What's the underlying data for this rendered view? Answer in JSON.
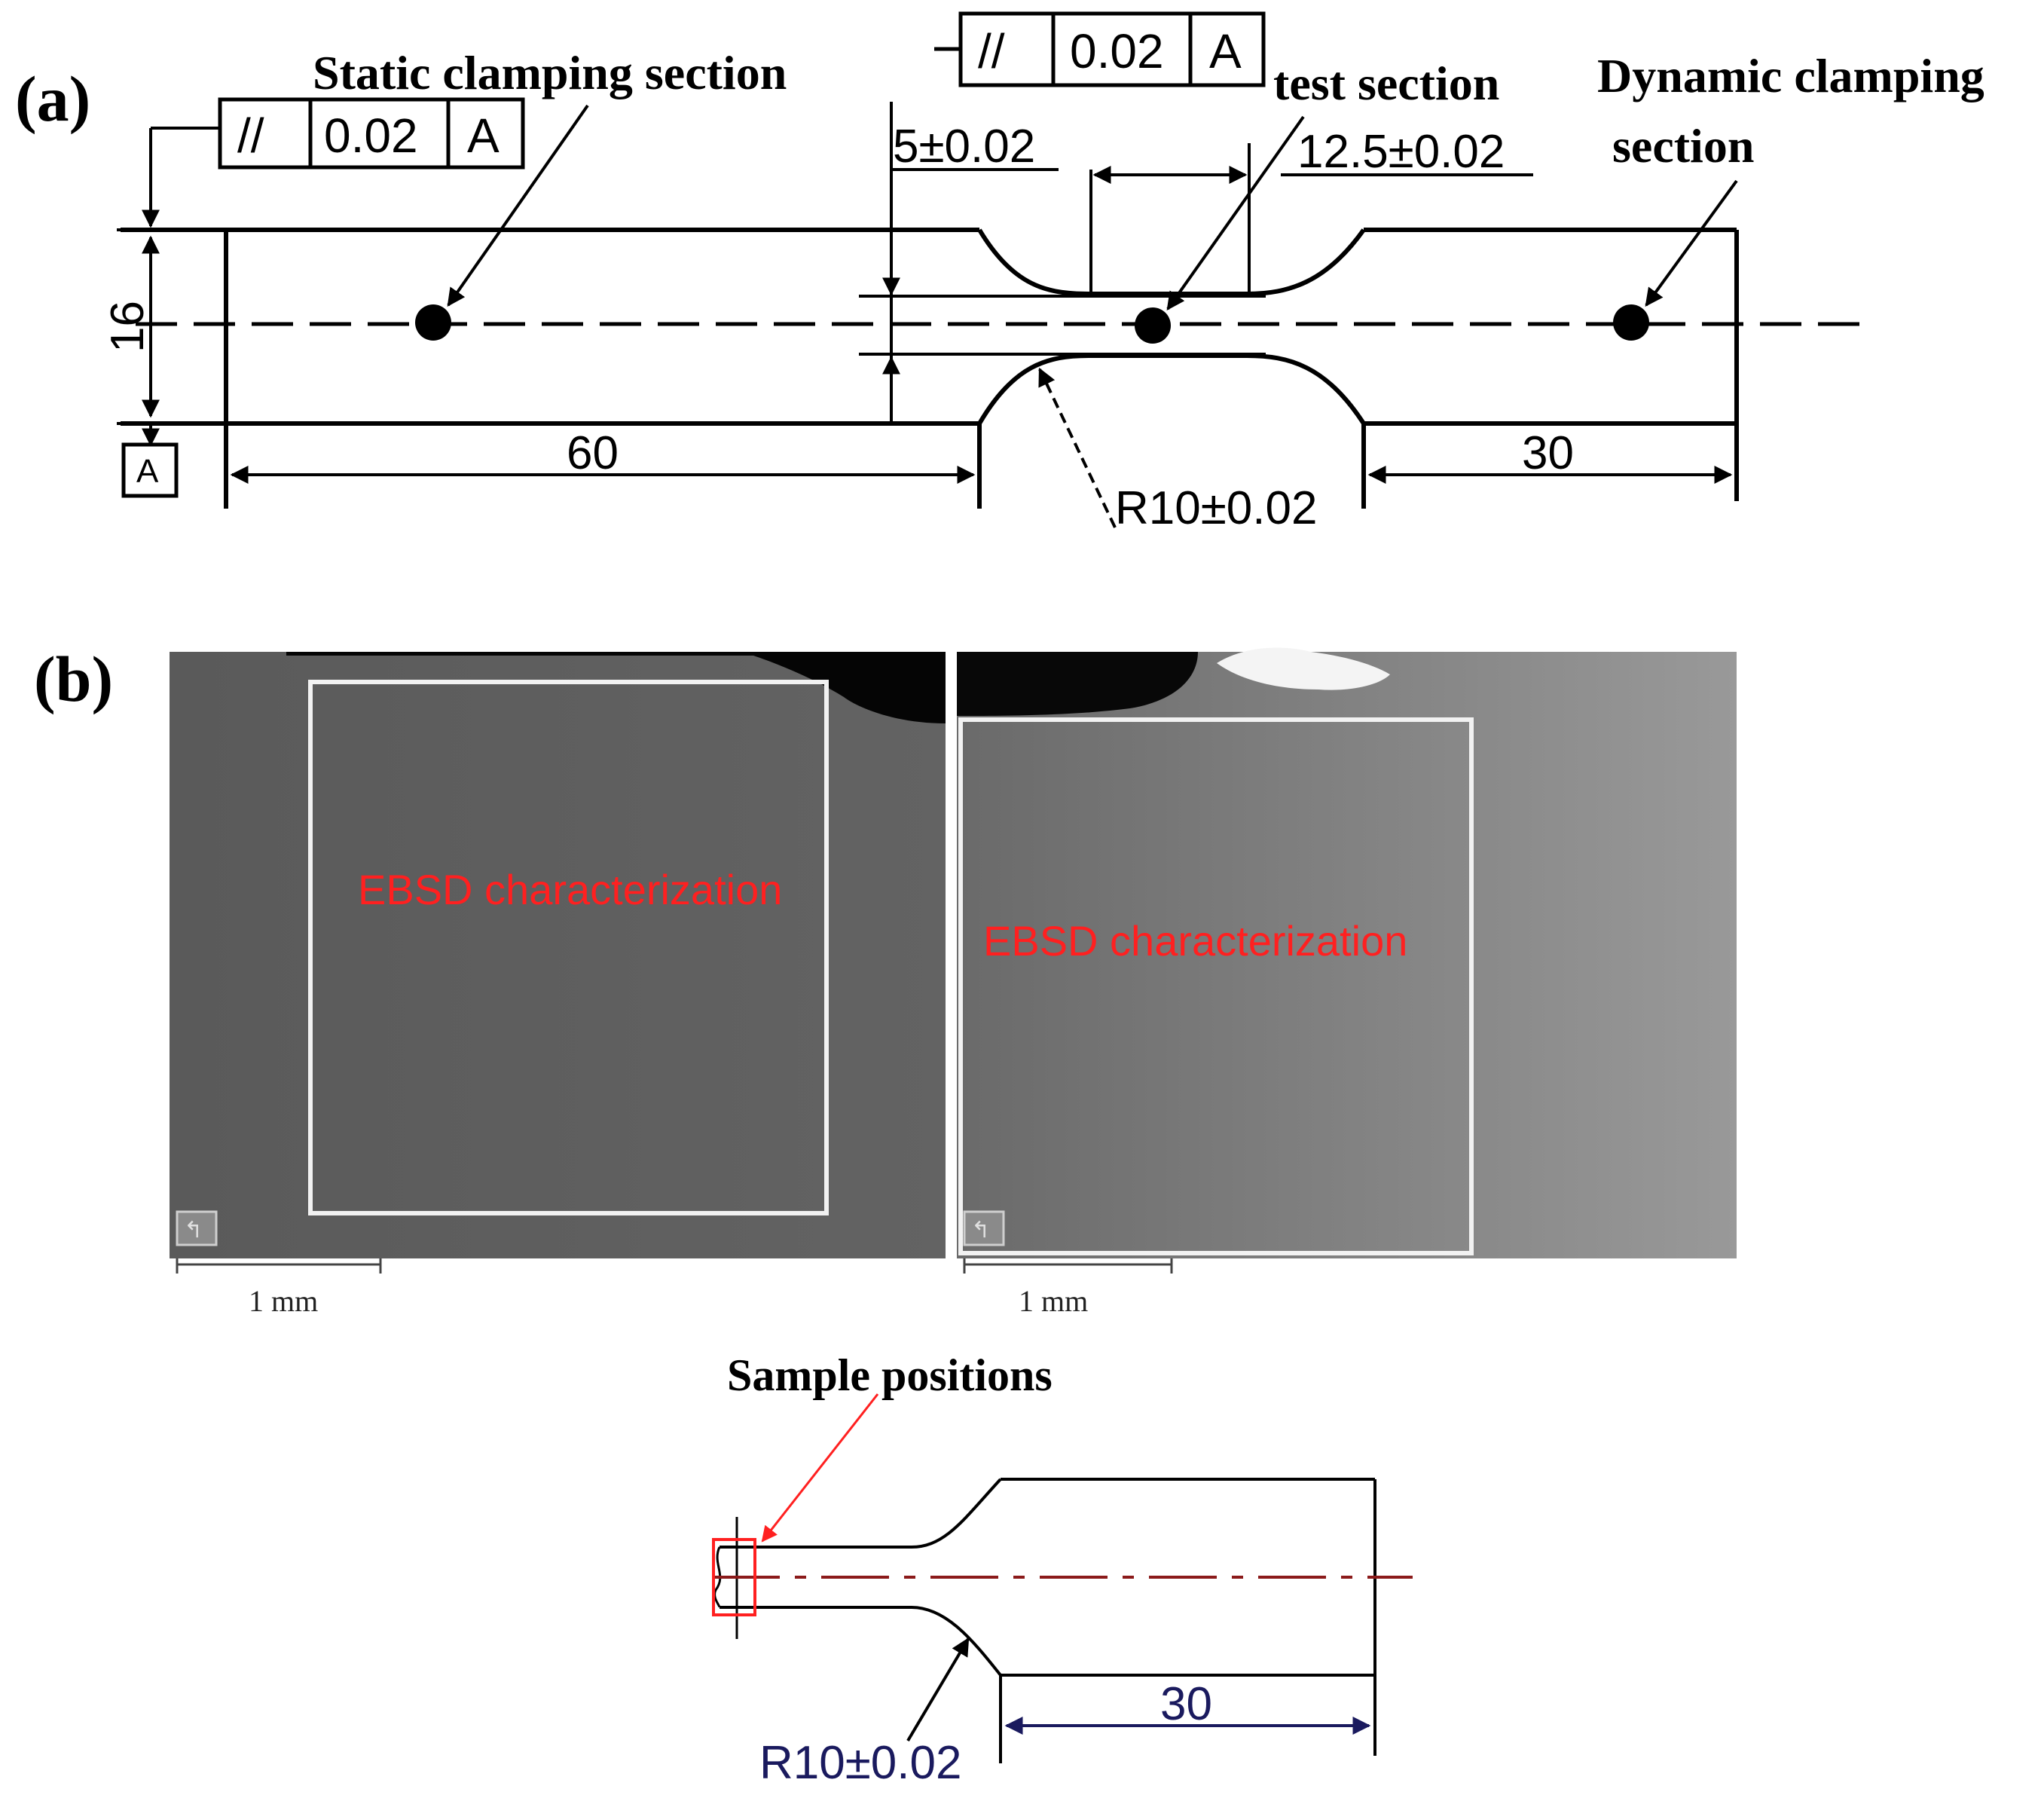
{
  "panel_a": {
    "label": "(a)",
    "callouts": {
      "static": "Static clamping section",
      "test": "test section",
      "dynamic_line1": "Dynamic clamping",
      "dynamic_line2": "section"
    },
    "dimensions": {
      "width": "16",
      "left_length": "60",
      "right_length": "30",
      "fillet_start": "5±0.02",
      "gauge_length": "12.5±0.02",
      "radius": "R10±0.02"
    },
    "tolerance_frames": [
      {
        "symbol": "//",
        "value": "0.02",
        "datum": "A"
      },
      {
        "symbol": "//",
        "value": "0.02",
        "datum": "A"
      }
    ],
    "datum_label": "A"
  },
  "panel_b": {
    "label": "(b)",
    "micrographs": [
      {
        "region_label": "EBSD characterization",
        "scale_bar": "1 mm",
        "tone": "#5e5e5e"
      },
      {
        "region_label": "EBSD characterization",
        "scale_bar": "1 mm",
        "tone": "#7a7a7a"
      }
    ],
    "sample_positions_label": "Sample positions",
    "inset_dims": {
      "length": "30",
      "radius": "R10±0.02"
    }
  },
  "colors": {
    "line": "#000000",
    "annotation_red": "#ff2020",
    "centerline_red": "#8b1a1a",
    "dim_blue": "#1a1a5e"
  }
}
